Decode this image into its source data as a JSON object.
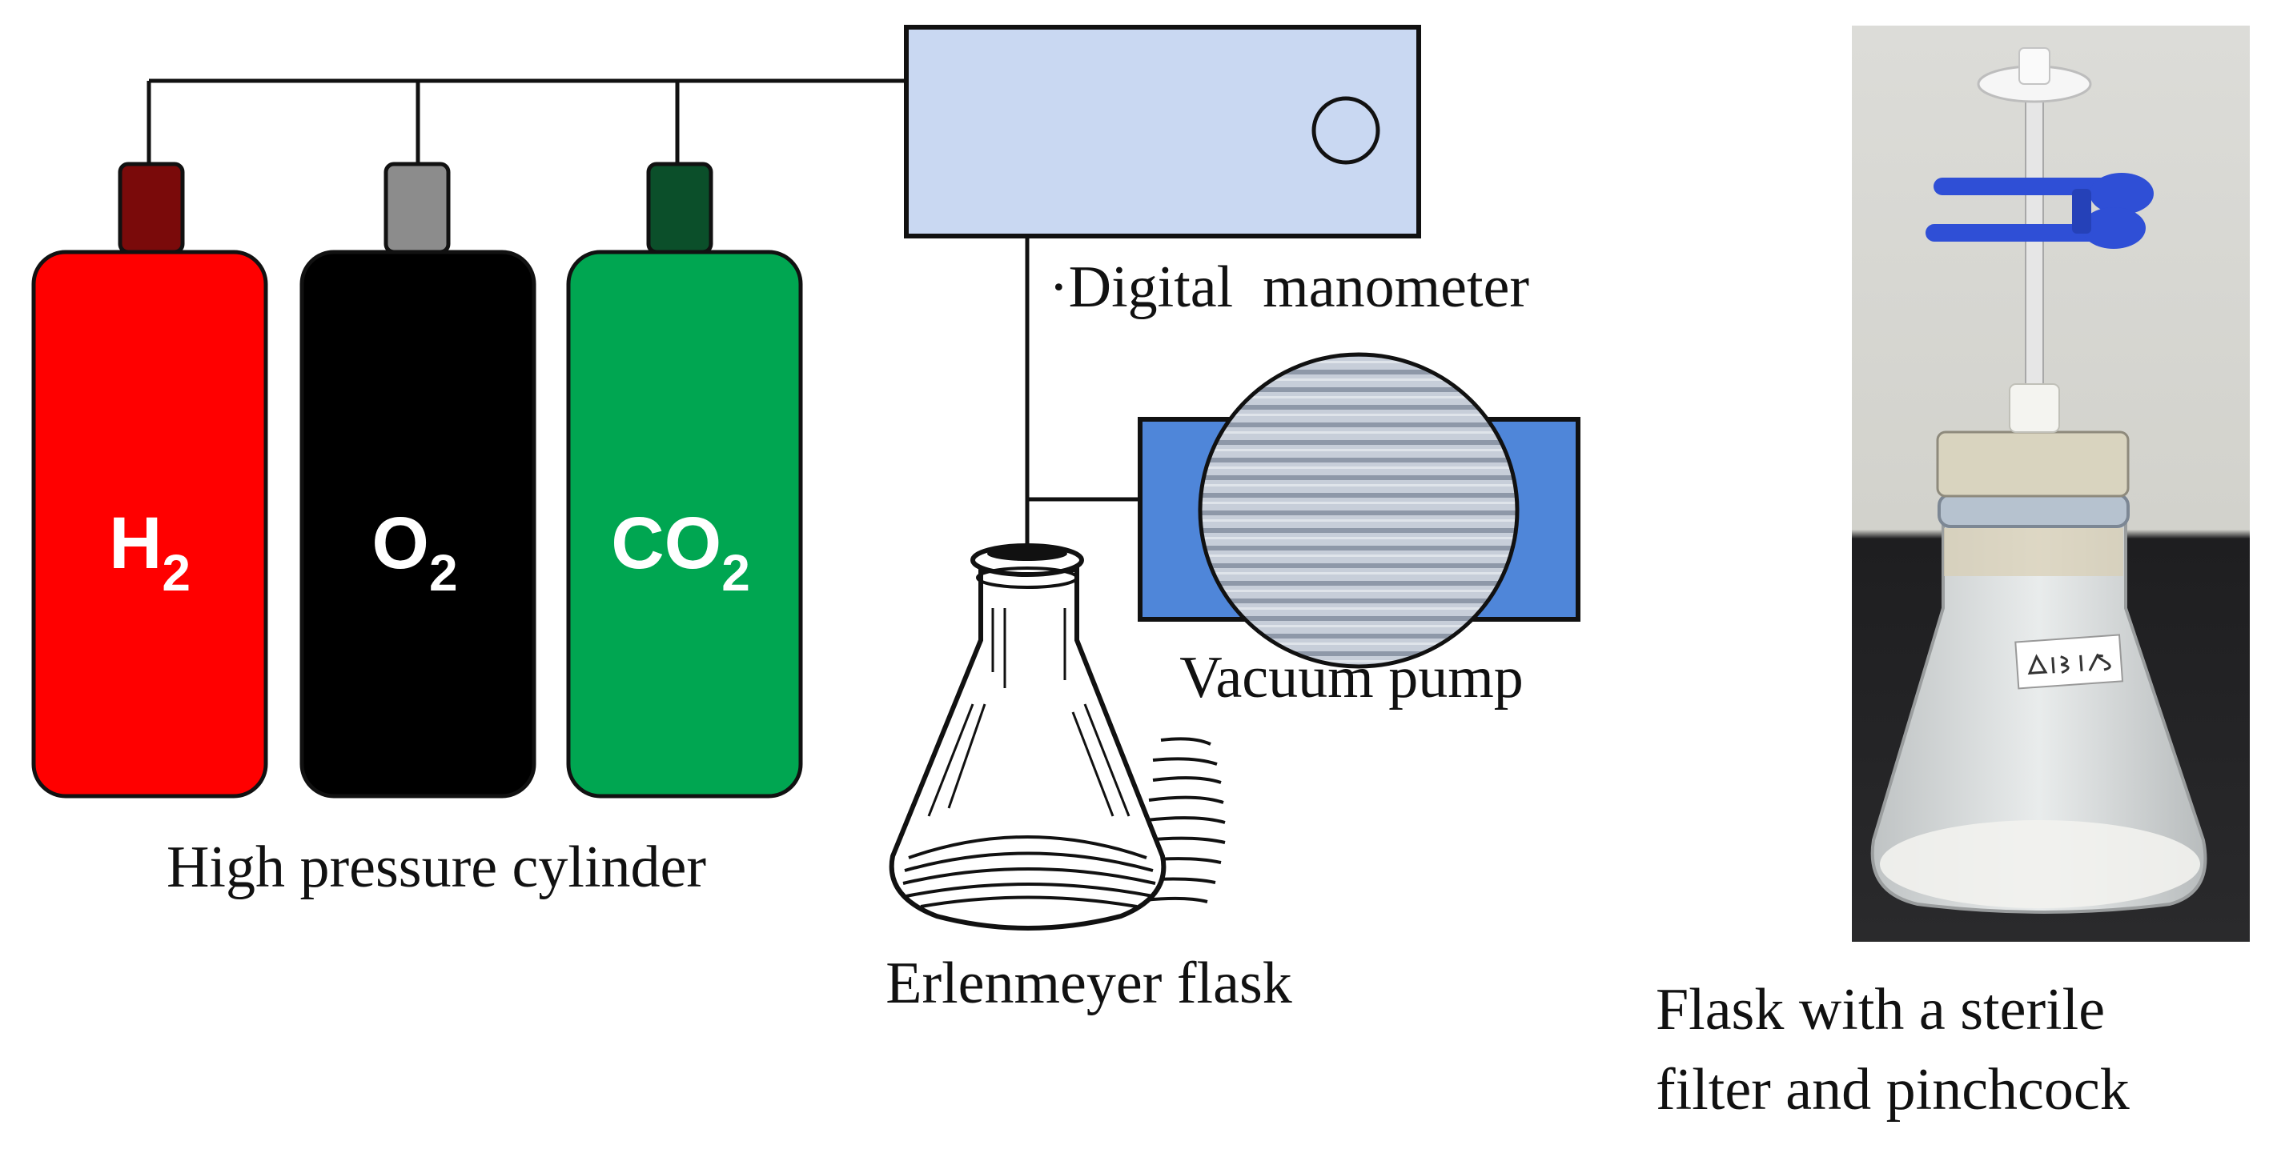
{
  "cylinders": {
    "caption": "High pressure cylinder",
    "items": [
      {
        "id": "h2",
        "symbol": "H",
        "subscript": "2",
        "body_color": "#ff0000",
        "cap_color": "#7a0a0a"
      },
      {
        "id": "o2",
        "symbol": "O",
        "subscript": "2",
        "body_color": "#000000",
        "cap_color": "#8c8c8c"
      },
      {
        "id": "co2",
        "symbol": "CO",
        "subscript": "2",
        "body_color": "#00a651",
        "cap_color": "#0b4f2a"
      }
    ]
  },
  "manometer": {
    "label": "·Digital  manometer",
    "fill_color": "#c9d8f2",
    "border_color": "#111111"
  },
  "vacuum_pump": {
    "label": "Vacuum pump",
    "fill_color": "#4f86d9",
    "drum_color": "#b9c2d0"
  },
  "flask": {
    "label": "Erlenmeyer flask"
  },
  "photo": {
    "caption_line1": "Flask with a sterile",
    "caption_line2": "filter and pinchcock",
    "clip_color": "#2f4fd6"
  }
}
